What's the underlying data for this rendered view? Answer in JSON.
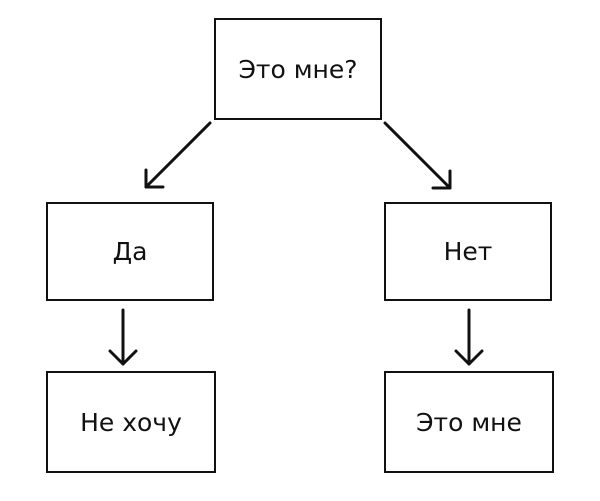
{
  "diagram": {
    "nodes": {
      "root": "Это мне?",
      "yes": "Да",
      "no": "Нет",
      "yes_result": "Не хочу",
      "no_result": "Это мне"
    }
  }
}
